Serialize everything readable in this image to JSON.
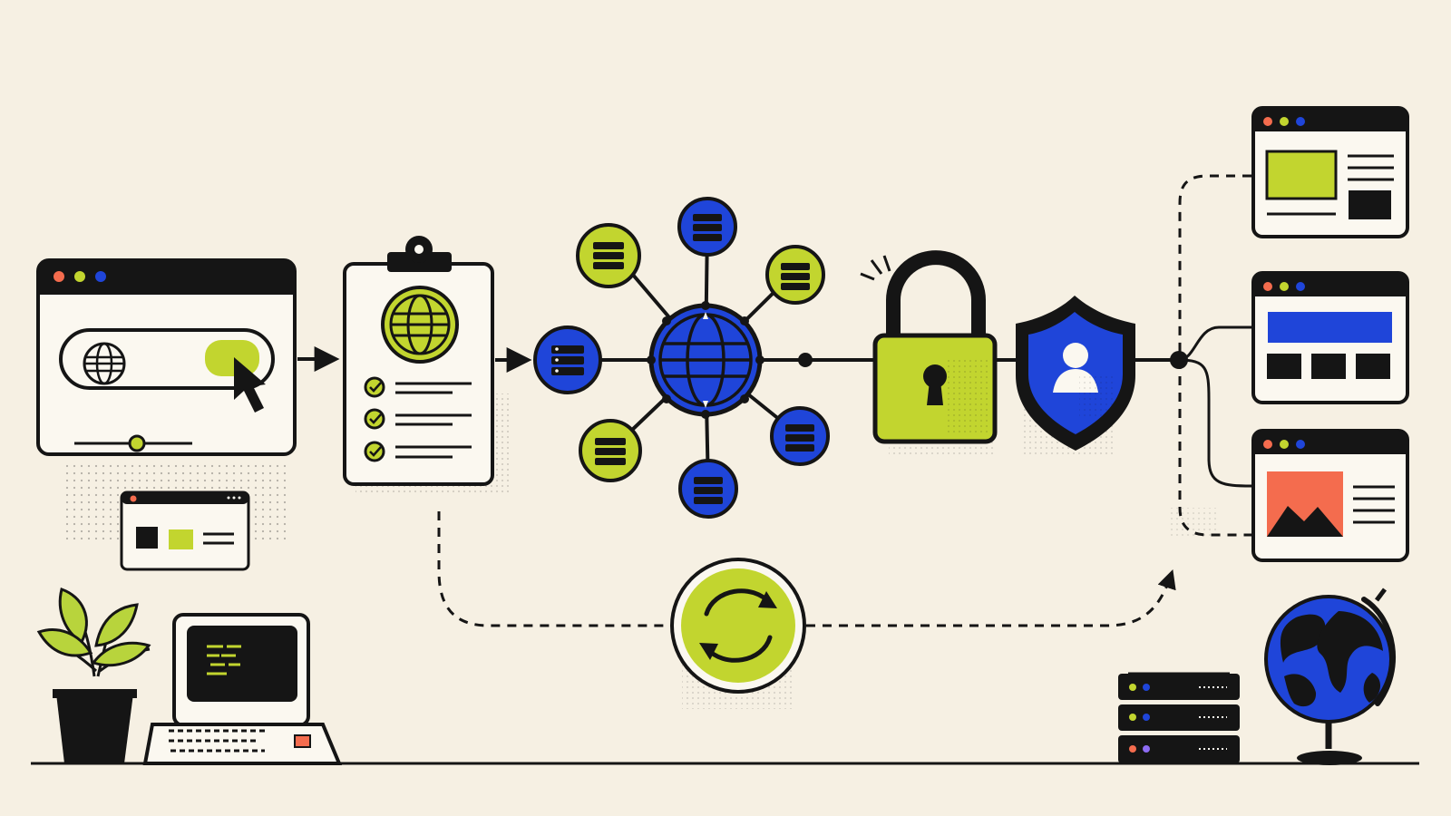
{
  "colors": {
    "background": "#f6f0e3",
    "ink": "#151515",
    "lime": "#c2d52f",
    "blue": "#1f45d9",
    "orange": "#f46c4e",
    "white": "#fbf8f0",
    "plant": "#b8d43c"
  },
  "diagram": {
    "flow": [
      "browser-request-window",
      "validation-clipboard",
      "server-network-hub",
      "encryption-padlock",
      "user-protection-shield",
      "rendered-page-outputs"
    ],
    "hub_nodes": 8,
    "output_pages": 3,
    "sync_path": "clipboard-to-output-pages"
  },
  "icons": [
    "browser-window-icon",
    "globe-icon",
    "cursor-arrow-icon",
    "clipboard-icon",
    "checkmark-icon",
    "server-icon",
    "padlock-icon",
    "shield-user-icon",
    "sync-arrows-icon",
    "plant-icon",
    "retro-computer-icon",
    "server-rack-icon",
    "desk-globe-icon"
  ]
}
